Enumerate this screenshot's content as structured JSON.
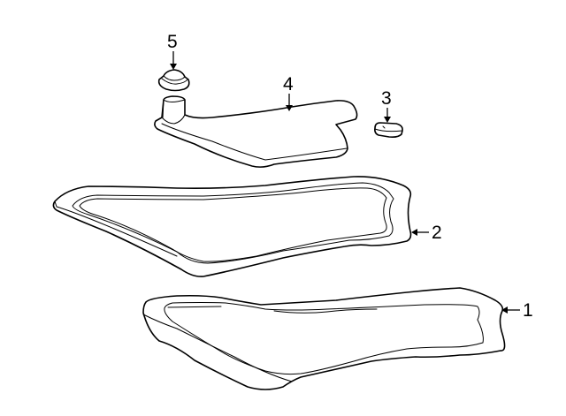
{
  "diagram": {
    "type": "exploded-parts-diagram",
    "background": "#ffffff",
    "line_color": "#000000",
    "callouts": [
      {
        "number": "1",
        "part": "transmission-pan"
      },
      {
        "number": "2",
        "part": "pan-gasket"
      },
      {
        "number": "3",
        "part": "filter-clip"
      },
      {
        "number": "4",
        "part": "transmission-filter"
      },
      {
        "number": "5",
        "part": "filter-seal"
      }
    ]
  }
}
